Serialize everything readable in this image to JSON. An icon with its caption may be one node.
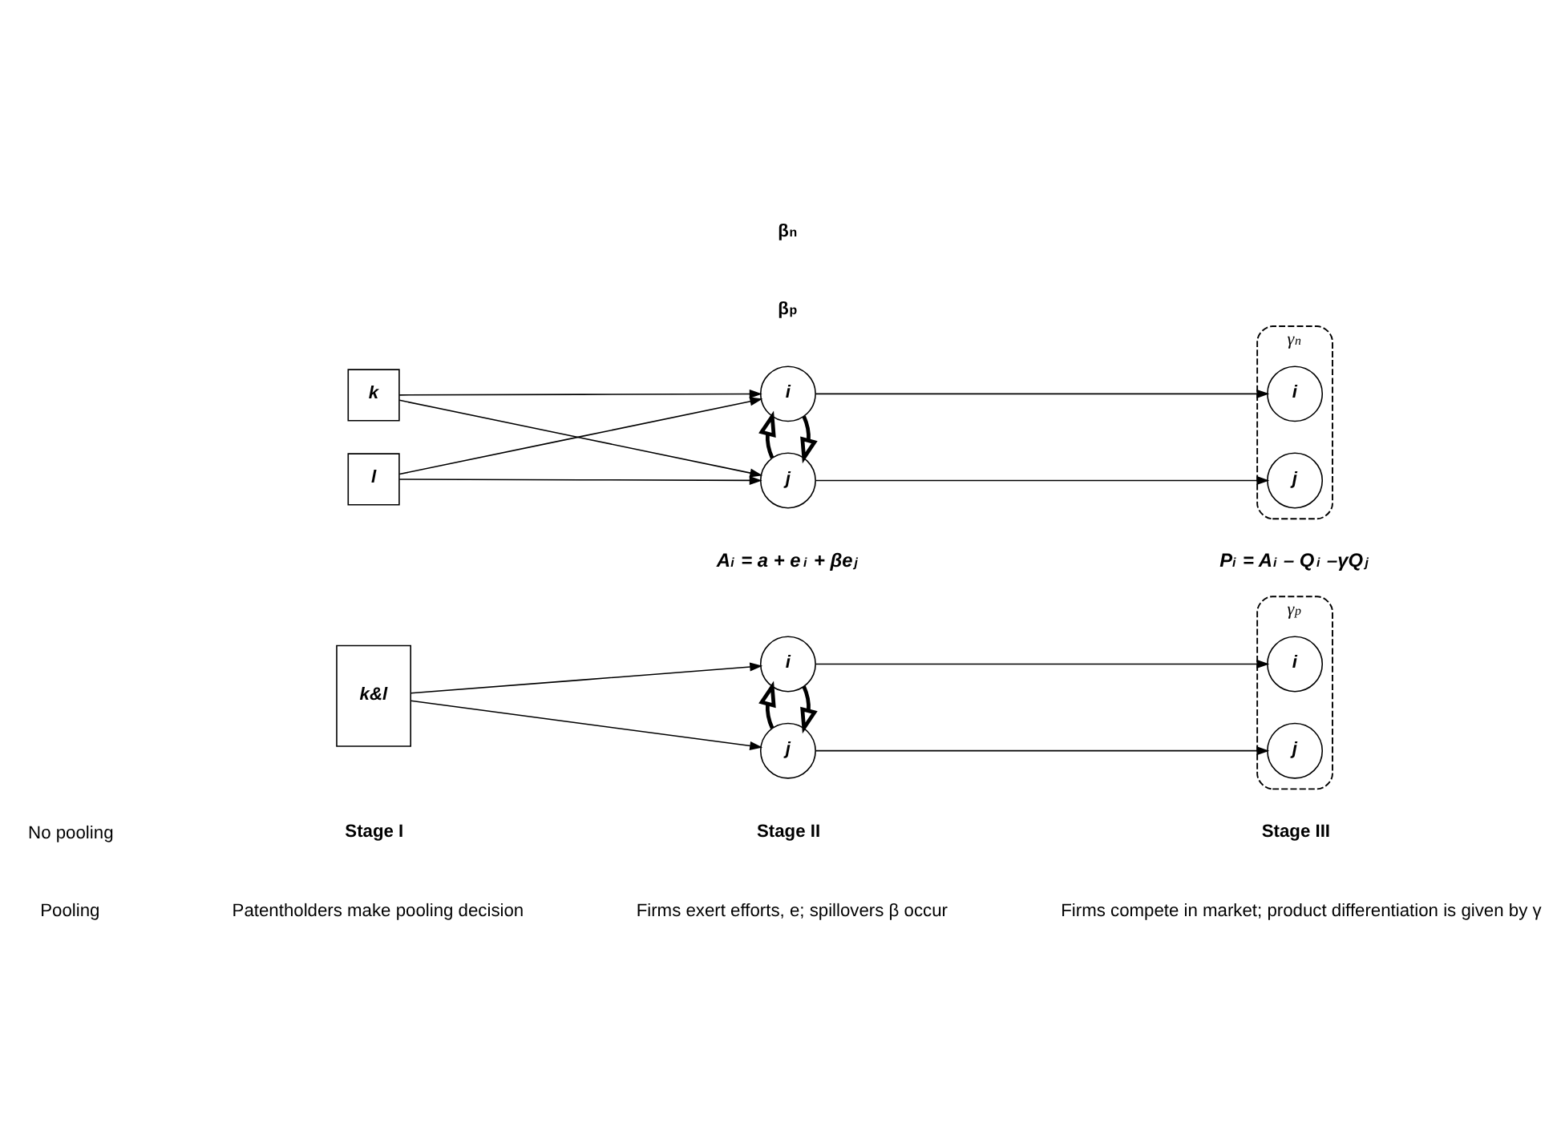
{
  "diagram": {
    "nodes": [
      {
        "text": [
          "k"
        ]
      },
      {
        "text": [
          "l"
        ]
      },
      {
        "text": [
          "i"
        ]
      },
      {
        "text": [
          "j"
        ]
      },
      {
        "text": [
          "γ$_{n}$"
        ]
      },
      {
        "text": [
          "i"
        ],
        "in": 4
      },
      {
        "text": [
          "j"
        ],
        "in": 4
      },
      {
        "text": [
          "k&l"
        ]
      },
      {
        "text": [
          "i"
        ]
      },
      {
        "text": [
          "j"
        ]
      },
      {
        "text": [
          "γ$_{p}$"
        ]
      },
      {
        "text": [
          "i"
        ],
        "in": 10
      },
      {
        "text": [
          "j"
        ],
        "in": 10
      }
    ],
    "edges": [
      {
        "from": 0,
        "to": 2,
        "arrow": "to"
      },
      {
        "from": 0,
        "to": 3,
        "arrow": "to"
      },
      {
        "from": 1,
        "to": 2,
        "arrow": "to"
      },
      {
        "from": 1,
        "to": 3,
        "arrow": "to"
      },
      {
        "from": 2,
        "to": 3,
        "arrow": "to",
        "style": "thick"
      },
      {
        "from": 3,
        "to": 2,
        "arrow": "to",
        "style": "thick"
      },
      {
        "from": 2,
        "to": 5,
        "arrow": "to"
      },
      {
        "from": 3,
        "to": 6,
        "arrow": "to"
      },
      {
        "from": 7,
        "to": 8,
        "arrow": "to"
      },
      {
        "from": 7,
        "to": 9,
        "arrow": "to"
      },
      {
        "from": 8,
        "to": 9,
        "arrow": "to",
        "style": "thick"
      },
      {
        "from": 9,
        "to": 8,
        "arrow": "to",
        "style": "thick"
      },
      {
        "from": 8,
        "to": 11,
        "arrow": "to"
      },
      {
        "from": 9,
        "to": 12,
        "arrow": "to"
      }
    ],
    "labels": [
      "No pooling",
      "β$_{n}$",
      "A$_{i}$ = a + e$_{i}$ + βe$_{j}$",
      "P$_{i}$ = A$_{i}$ – Q$_{i}$ –γQ$_{j}$",
      "Pooling",
      "β$_{p}$",
      "Stage I",
      "Patentholders make pooling decision",
      "Stage II",
      "Firms exert efforts, e; spillovers β occur",
      "Stage III",
      "Firms compete in market; product differentiation is given by γ"
    ]
  }
}
